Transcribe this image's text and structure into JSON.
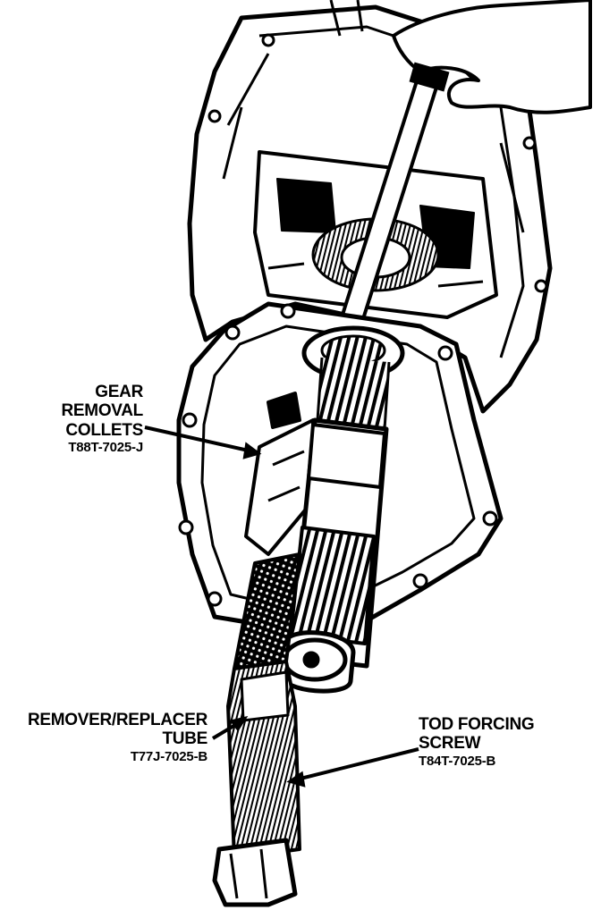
{
  "labels": {
    "collets": {
      "lines": [
        "GEAR",
        "REMOVAL",
        "COLLETS"
      ],
      "part": "T88T-7025-J"
    },
    "tube": {
      "lines": [
        "REMOVER/REPLACER",
        "TUBE"
      ],
      "part": "T77J-7025-B"
    },
    "screw": {
      "lines": [
        "TOD FORCING",
        "SCREW"
      ],
      "part": "T84T-7025-B"
    }
  }
}
